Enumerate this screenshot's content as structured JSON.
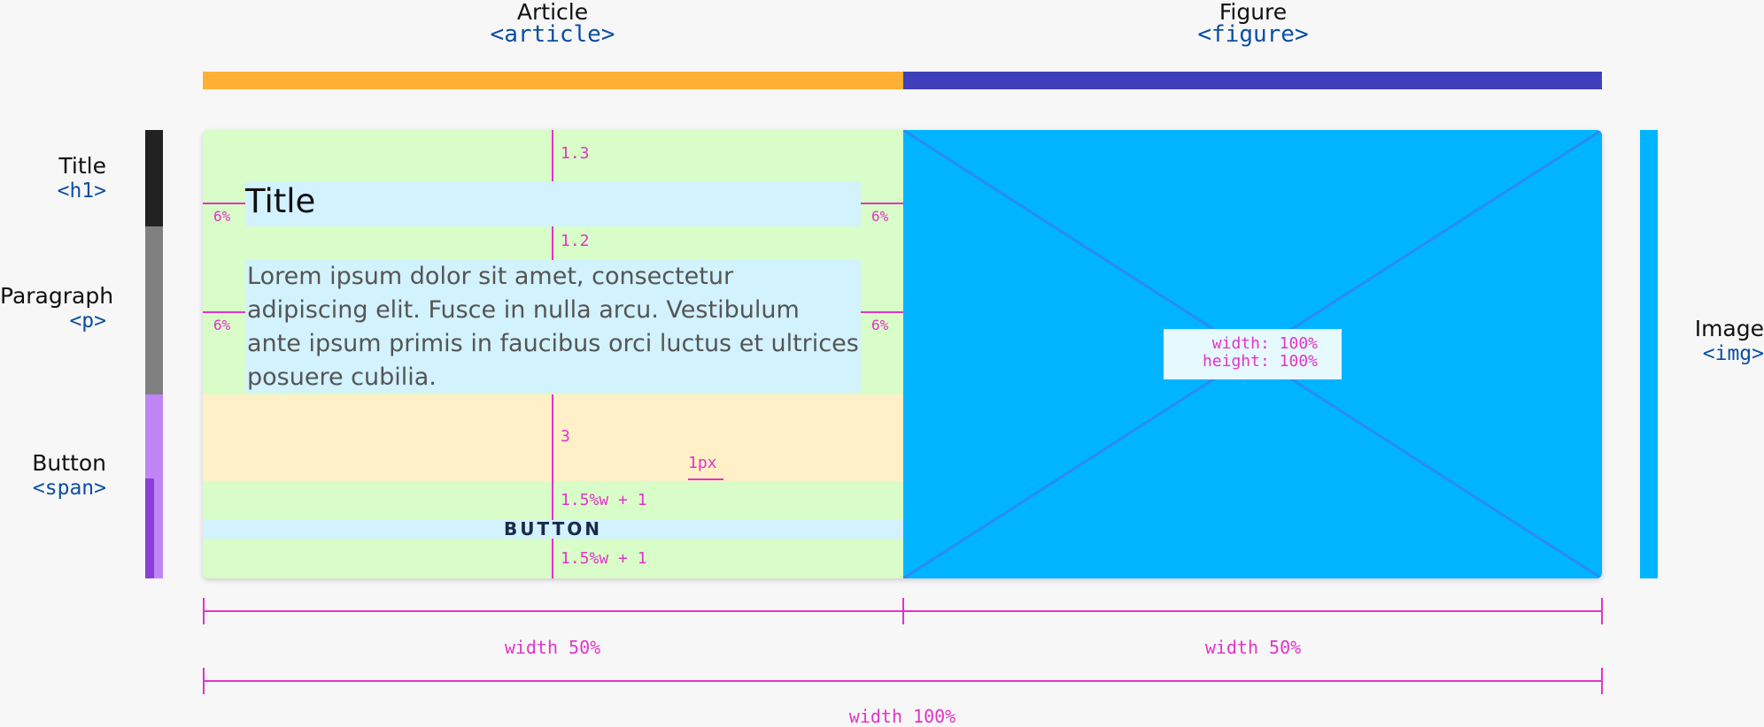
{
  "header": {
    "article": {
      "label": "Article",
      "tag": "<article>",
      "color": "#ffb035"
    },
    "figure": {
      "label": "Figure",
      "tag": "<figure>",
      "color": "#3f40b9"
    }
  },
  "sidebar": {
    "title": {
      "label": "Title",
      "tag": "<h1>",
      "color": "#222222"
    },
    "paragraph": {
      "label": "Paragraph",
      "tag": "<p>",
      "color": "#808080"
    },
    "button": {
      "label": "Button",
      "tag": "<span>",
      "color": "#c085f5",
      "accent": "#8a3fd6"
    }
  },
  "image_side": {
    "label": "Image",
    "tag": "<img>",
    "color": "#00b4ff"
  },
  "article": {
    "title_text": "Title",
    "paragraph_text": "Lorem ipsum dolor sit amet, consectetur adipiscing elit. Fusce in nulla arcu. Vestibulum ante ipsum primis in faucibus orci luctus et ultrices posuere cubilia.",
    "button_text": "BUTTON",
    "spacing": {
      "above_title": "1.3",
      "above_paragraph": "1.2",
      "above_button": "3",
      "border": "1px",
      "button_pad_top": "1.5%w + 1",
      "button_pad_bottom": "1.5%w + 1",
      "title_margin_left": "6%",
      "title_margin_right": "6%",
      "paragraph_margin_left": "6%",
      "paragraph_margin_right": "6%"
    }
  },
  "figure": {
    "size_line1": "width: 100%",
    "size_line2": "height: 100%"
  },
  "dimensions": {
    "article_width": "width 50%",
    "figure_width": "width 50%",
    "total_width": "width 100%"
  },
  "colors": {
    "margin_green": "#d8fdc8",
    "content_blue": "#d2f2fd",
    "spacer_yellow": "#fff0c8",
    "image_blue": "#00b4ff",
    "annotation_magenta": "#e234c8"
  }
}
